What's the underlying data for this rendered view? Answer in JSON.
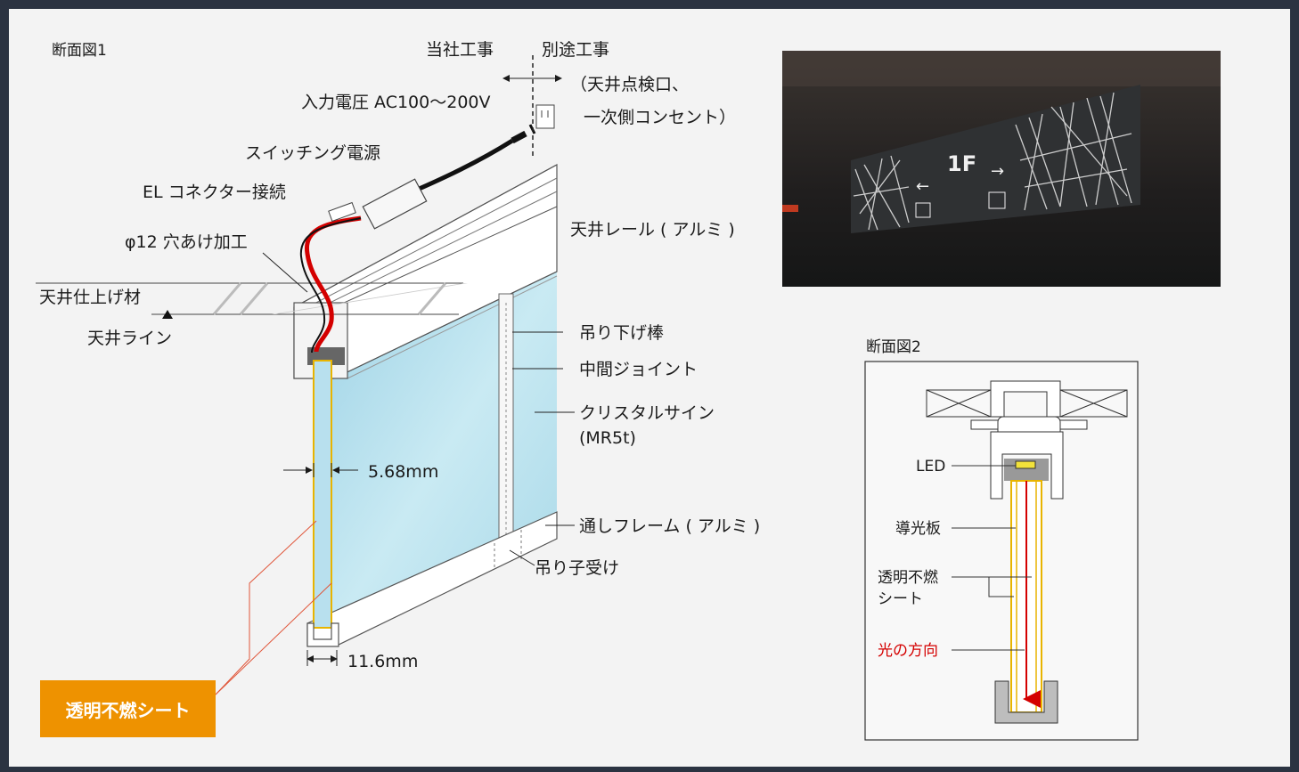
{
  "section1": {
    "title": "断面図1",
    "labels": {
      "company_work": "当社工事",
      "separate_work": "別途工事",
      "input_voltage": "入力電圧 AC100～200V",
      "ceiling_access_1": "（天井点検口、",
      "ceiling_access_2": "一次側コンセント）",
      "switching_power": "スイッチング電源",
      "el_connector": "EL コネクター接続",
      "hole": "φ12  穴あけ加工",
      "ceiling_rail": "天井レール ( アルミ )",
      "ceiling_finish": "天井仕上げ材",
      "ceiling_line": "天井ライン",
      "hanging_rod": "吊り下げ棒",
      "middle_joint": "中間ジョイント",
      "crystal_sign_1": "クリスタルサイン",
      "crystal_sign_2": "(MR5t)",
      "thickness": "5.68mm",
      "through_frame": "通しフレーム ( アルミ )",
      "hanger_receiver": "吊り子受け",
      "width": "11.6mm"
    },
    "badge": "透明不燃シート"
  },
  "photo": {
    "floor_label": "1F",
    "arrow_left": "←",
    "arrow_right": "→"
  },
  "section2": {
    "title": "断面図2",
    "labels": {
      "led": "LED",
      "light_guide": "導光板",
      "sheet_1": "透明不燃",
      "sheet_2": "シート",
      "light_direction": "光の方向"
    }
  },
  "colors": {
    "background": "#2b3341",
    "card": "#f3f3f3",
    "badge": "#ee9200",
    "cable_red": "#d40000",
    "sheet_yellow": "#e8b400",
    "glass": "#bfe3ef"
  }
}
